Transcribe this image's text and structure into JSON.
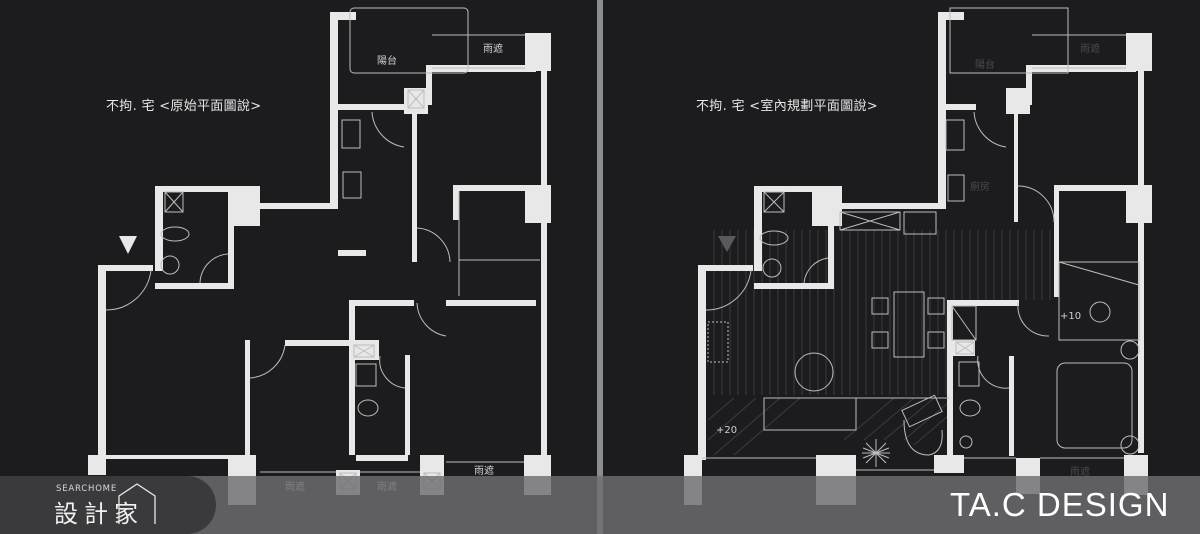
{
  "left_plan": {
    "title": "不拘. 宅 <原始平面圖說>",
    "labels": {
      "balcony": "陽台",
      "rain_shelter_top": "雨遮",
      "rain_shelter_bottom_1": "雨遮",
      "rain_shelter_bottom_2": "雨遮",
      "rain_shelter_bottom_3": "雨遮"
    },
    "entry_marker": "entry-triangle"
  },
  "right_plan": {
    "title": "不拘. 宅 <室內規劃平面圖說>",
    "labels": {
      "balcony": "陽台",
      "kitchen": "廚房",
      "rain_shelter_top": "雨遮",
      "rain_shelter_bottom": "雨遮",
      "level_bedroom": "+10",
      "level_living": "+20"
    },
    "entry_marker": "entry-triangle"
  },
  "branding": {
    "logo_small": "SEARCHOME",
    "logo_big": "設計家",
    "designer": "TA.C  DESIGN"
  },
  "colors": {
    "background": "#1c1b1e",
    "wall": "#e8e8e8",
    "line": "#bdbdbd",
    "divider": "#8a8d90",
    "band": "#6e6e70"
  }
}
